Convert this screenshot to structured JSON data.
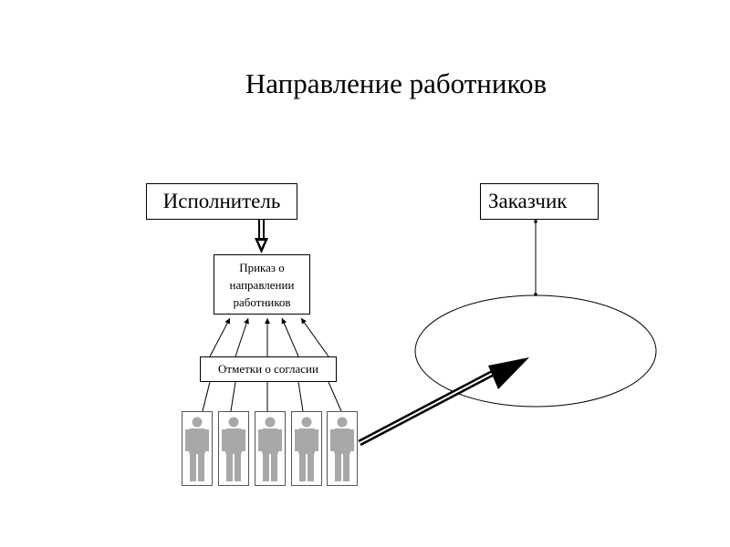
{
  "title": "Направление работников",
  "nodes": {
    "executor": "Исполнитель",
    "customer": "Заказчик",
    "order": "Приказ о направлении работников",
    "consent": "Отметки о согласии"
  },
  "workers": [
    "person-icon",
    "person-icon",
    "person-icon",
    "person-icon",
    "person-icon"
  ],
  "colors": {
    "line": "#000000",
    "figure": "#a8a8a8"
  }
}
